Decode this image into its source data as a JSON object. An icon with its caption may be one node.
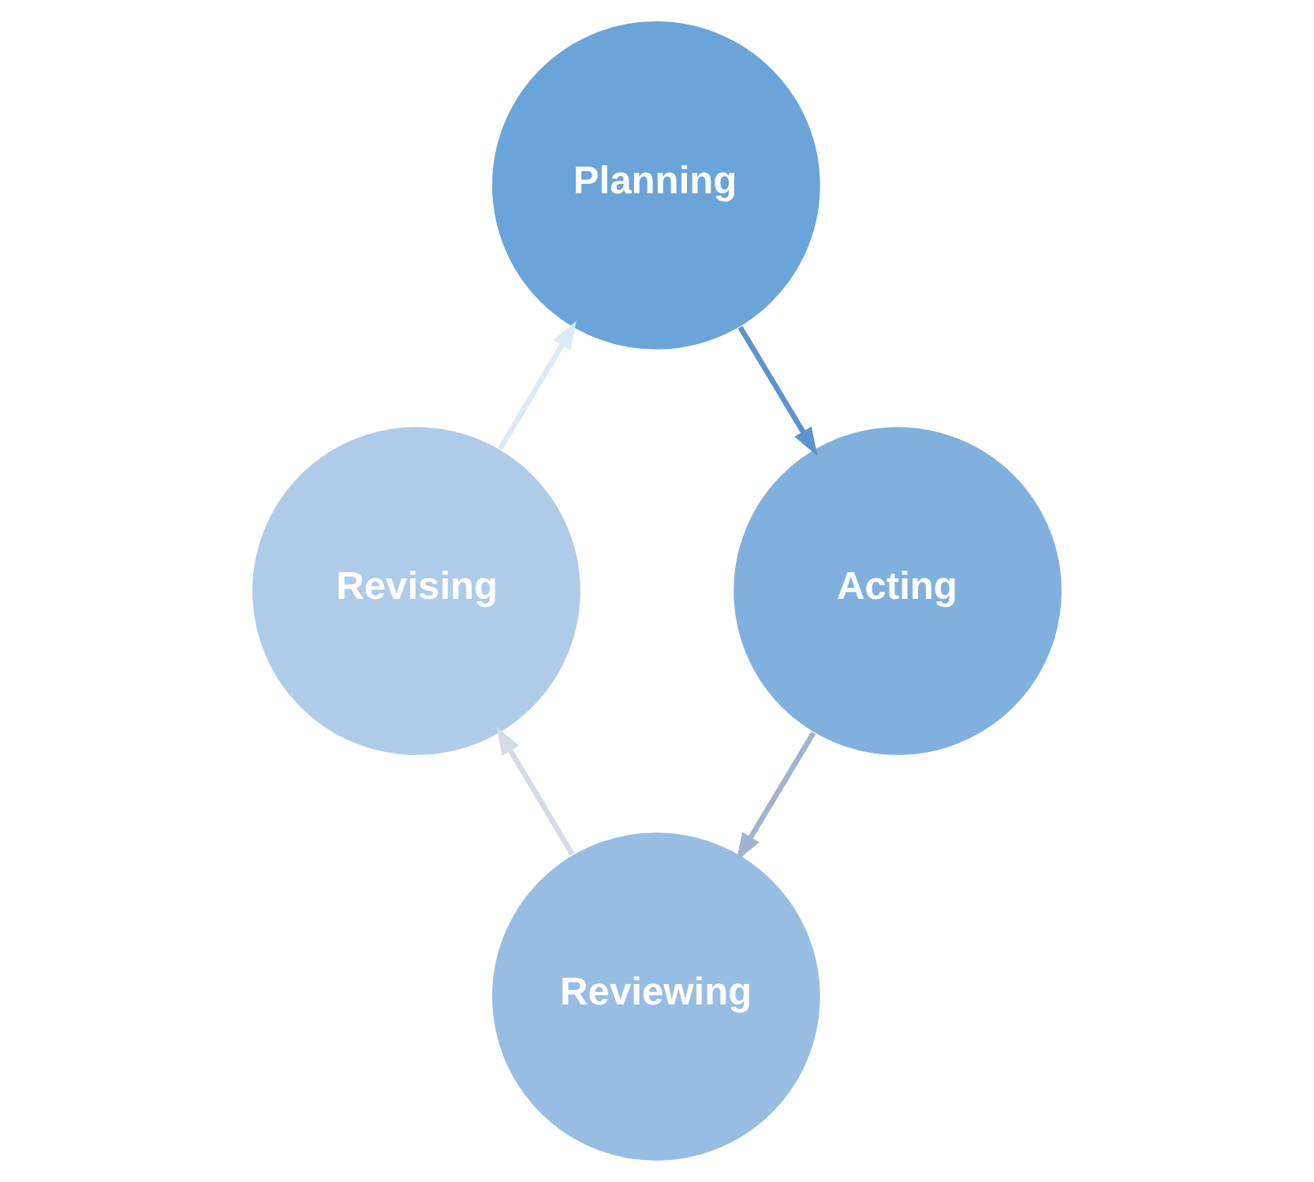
{
  "diagram": {
    "nodes": [
      {
        "text": [
          "Planning"
        ]
      },
      {
        "text": [
          "Acting"
        ]
      },
      {
        "text": [
          "Reviewing"
        ]
      },
      {
        "text": [
          "Revising"
        ]
      }
    ],
    "edges": [
      {
        "from": 0,
        "to": 1,
        "arrow": "to",
        "color": "#5b93cb"
      },
      {
        "from": 1,
        "to": 2,
        "arrow": "to",
        "color": "#9fb4cf"
      },
      {
        "from": 2,
        "to": 3,
        "arrow": "to",
        "color": "#d5dbe5"
      },
      {
        "from": 3,
        "to": 0,
        "arrow": "to",
        "color": "#dde9f5"
      }
    ]
  }
}
